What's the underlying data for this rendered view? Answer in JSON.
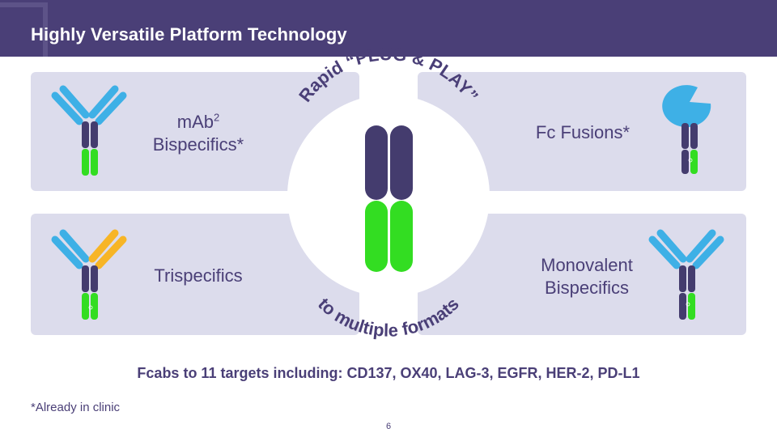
{
  "header": {
    "title": "Highly Versatile Platform Technology"
  },
  "panels": {
    "mab2": {
      "line1": "mAb",
      "sup": "2",
      "line2": "Bispecifics*"
    },
    "fc_fusions": {
      "label": "Fc Fusions*"
    },
    "trispecifics": {
      "label": "Trispecifics"
    },
    "monovalent": {
      "line1": "Monovalent",
      "line2": "Bispecifics"
    }
  },
  "center": {
    "arc_top": "Rapid “PLUG & PLAY”",
    "arc_bottom": "to multiple formats"
  },
  "fcabs_line": "Fcabs to 11 targets including: CD137, OX40, LAG-3, EGFR, HER-2, PD-L1",
  "footnote": "*Already in clinic",
  "page_number": "6",
  "colors": {
    "header": "#4a3f77",
    "panel": "#dcdcec",
    "text": "#4a3f77",
    "heavy_chain": "#443c6e",
    "fc_green": "#33dd22",
    "arm_blue": "#3eb0e6",
    "arm_orange": "#f7b526"
  }
}
